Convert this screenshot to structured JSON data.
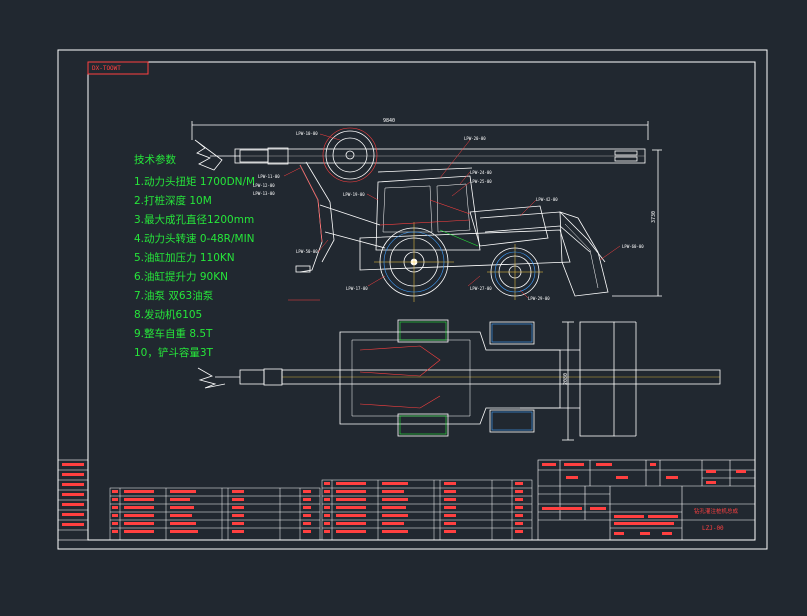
{
  "sheet": {
    "corner_tag": "DX-TOOWT",
    "overall_length": "9840",
    "overall_height": "3730",
    "track_width": "2080"
  },
  "specs": {
    "title": "技术参数",
    "items": [
      "1.动力头扭矩 1700DN/M",
      "2.打桩深度 10M",
      "3.最大成孔直径1200mm",
      "4.动力头转速 0-48R/MIN",
      "5.油缸加压力 110KN",
      "6.油缸提升力 90KN",
      "7.油泵 双63油泵",
      "8.发动机6105",
      "9.整车自重 8.5T",
      "10，铲斗容量3T"
    ]
  },
  "callouts": {
    "c1": "LPW-10-00",
    "c2": "LPW-20-00",
    "c3": "LPW-11-00",
    "c4": "LPW-12-00",
    "c5": "LPW-13-00",
    "c6": "LPW-19-00",
    "c7": "LPW-24-00",
    "c8": "LPW-25-00",
    "c9": "LPW-42-00",
    "c10": "LPW-50-00",
    "c11": "LPW-60-00",
    "c12": "LPW-17-00",
    "c13": "LPW-27-00",
    "c14": "LPW-29-00"
  },
  "title_block": {
    "drawing_title": "钻孔灌注桩机总成",
    "drawing_number": "LZJ-00"
  }
}
